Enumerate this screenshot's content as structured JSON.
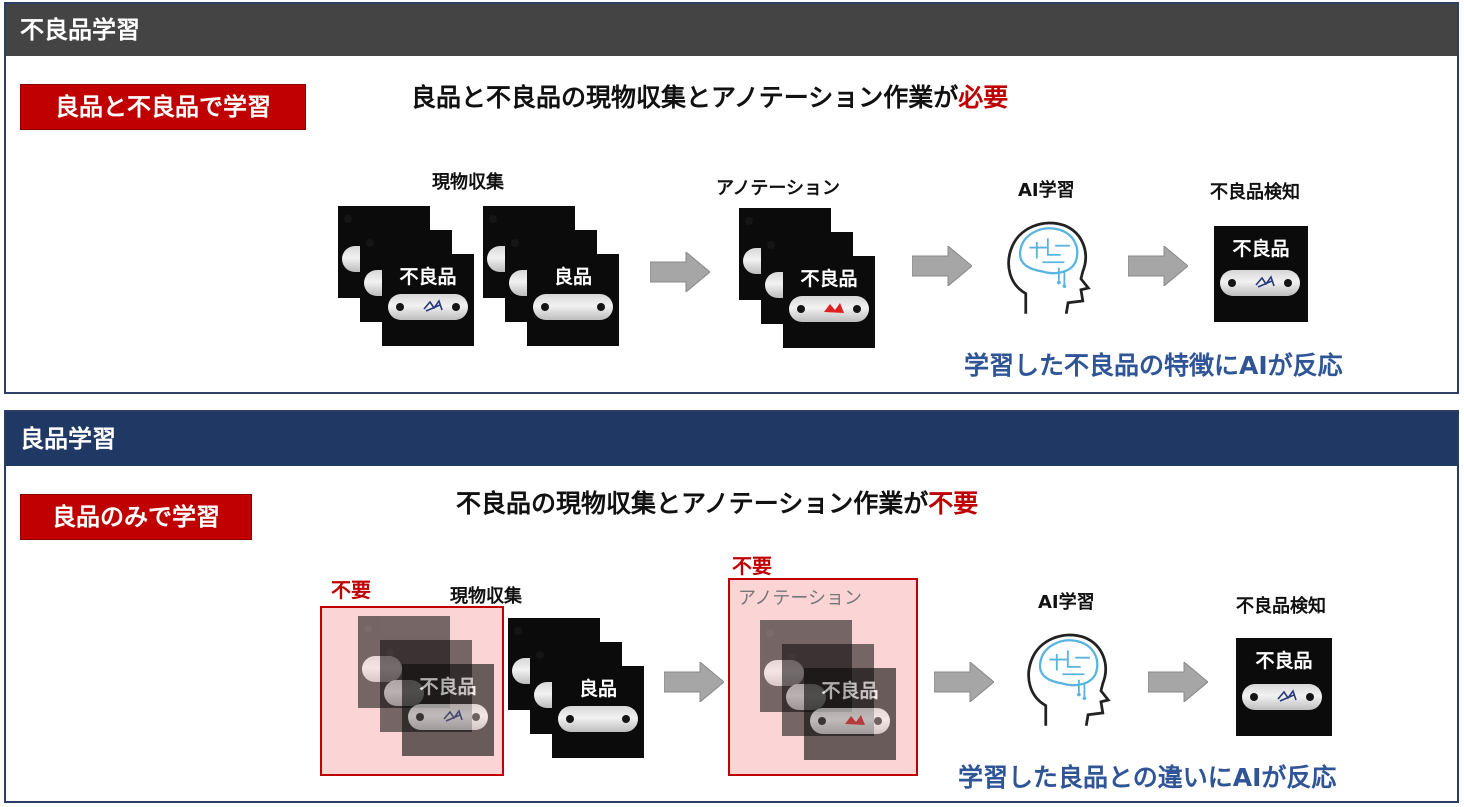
{
  "section1": {
    "header": "不良品学習",
    "tag": "良品と不良品で学習",
    "headline_main": "良品と不良品の現物収集とアノテーション作業が",
    "headline_emph": "必要",
    "steps": [
      "現物収集",
      "アノテーション",
      "AI学習",
      "不良品検知"
    ],
    "card_defect": "不良品",
    "card_good": "良品",
    "note": "学習した不良品の特徴にAIが反応"
  },
  "section2": {
    "header": "良品学習",
    "tag": "良品のみで学習",
    "headline_main": "不良品の現物収集とアノテーション作業が",
    "headline_emph": "不要",
    "unneeded": "不要",
    "steps": [
      "現物収集",
      "アノテーション",
      "AI学習",
      "不良品検知"
    ],
    "card_defect": "不良品",
    "card_good": "良品",
    "note": "学習した良品との違いにAIが反応"
  },
  "colors": {
    "accent_red": "#c00000",
    "header_dark": "#444444",
    "header_navy": "#1f3864",
    "note_blue": "#2f5597"
  },
  "icons": [
    "right-arrow-icon",
    "brain-head-icon"
  ]
}
